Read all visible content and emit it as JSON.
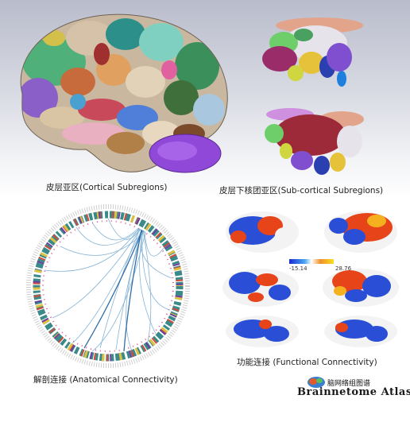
{
  "captions": {
    "cortical": "皮层亚区(Cortical Subregions)",
    "subcortical": "皮层下核团亚区(Sub-cortical Subregions)",
    "anatomical": "解剖连接 (Anatomical Connectivity)",
    "functional": "功能连接 (Functional Connectivity)"
  },
  "colorbar": {
    "min": "-15.14",
    "max": "28.76"
  },
  "logo": {
    "name_cn": "脑网络组图谱",
    "name_en": "Brainnetome Atlas"
  },
  "colors": {
    "positive": "#e8441a",
    "negative": "#2a4fd6",
    "connection": "#6fa6cf"
  }
}
